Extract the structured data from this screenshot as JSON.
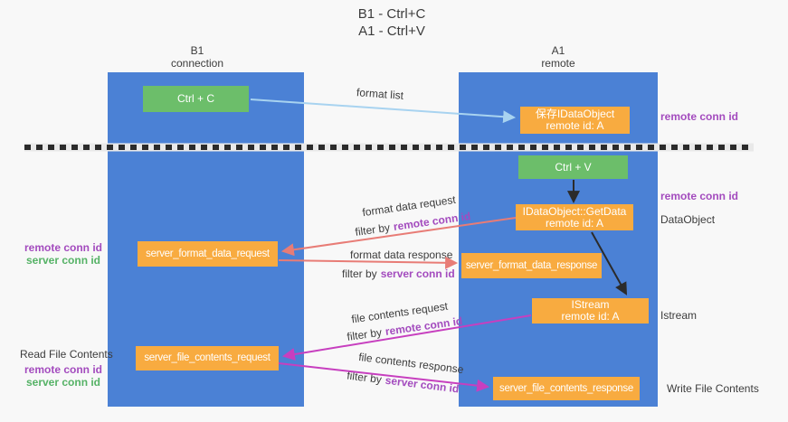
{
  "title": {
    "line1": "B1 - Ctrl+C",
    "line2": "A1 - Ctrl+V"
  },
  "lifelines": {
    "left": {
      "name": "B1",
      "role": "connection"
    },
    "right": {
      "name": "A1",
      "role": "remote"
    }
  },
  "nodes": {
    "ctrl_c": {
      "label": "Ctrl + C"
    },
    "save_idataobject": {
      "line1": "保存IDataObject",
      "line2": "remote id: A"
    },
    "ctrl_v": {
      "label": "Ctrl + V"
    },
    "getdata": {
      "line1": "IDataObject::GetData",
      "line2": "remote id: A"
    },
    "format_request": {
      "label": "server_format_data_request"
    },
    "format_response": {
      "label": "server_format_data_response"
    },
    "istream": {
      "line1": "IStream",
      "line2": "remote id: A"
    },
    "file_request": {
      "label": "server_file_contents_request"
    },
    "file_response": {
      "label": "server_file_contents_response"
    }
  },
  "annotations": {
    "right": {
      "remote_conn_top": "remote conn id",
      "remote_conn_mid": "remote conn id",
      "dataobject": "DataObject",
      "istream": "Istream",
      "write_file": "Write File Contents"
    },
    "left": {
      "remote_conn_top": "remote conn id",
      "server_conn_top": "server conn id",
      "read_file": "Read File Contents",
      "remote_conn_bottom": "remote conn id",
      "server_conn_bottom": "server conn id"
    }
  },
  "arrows": {
    "format_list": {
      "label": "format list"
    },
    "format_request": {
      "label": "format data request",
      "filter_prefix": "filter by",
      "filter_key": "remote conn id"
    },
    "format_response": {
      "label": "format data response",
      "filter_prefix": "filter by",
      "filter_key": "server conn id"
    },
    "file_request": {
      "label": "file contents request",
      "filter_prefix": "filter by",
      "filter_key": "remote conn id"
    },
    "file_response": {
      "label": "file contents response",
      "filter_prefix": "filter by",
      "filter_key": "server conn id"
    }
  },
  "colors": {
    "background": "#F8F8F8",
    "lifeline_blue": "#4B81D5",
    "node_green": "#6CBE6A",
    "node_orange": "#F8AB40",
    "arrow_lightblue": "#A8D3F0",
    "arrow_salmon": "#E87C76",
    "arrow_magenta": "#C73FBF",
    "arrow_black": "#2B2B2B",
    "text_purple": "#A34BBE",
    "text_green": "#55B266",
    "text_dark": "#3C3C3C"
  }
}
